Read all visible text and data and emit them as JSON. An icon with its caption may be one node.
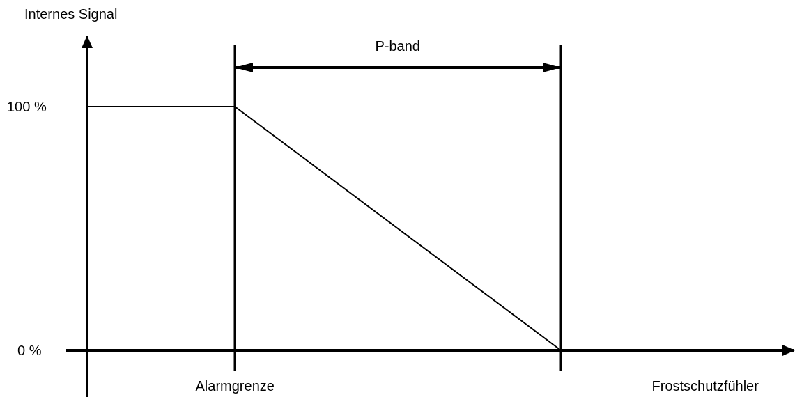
{
  "diagram": {
    "labels": [
      "Internes Signal",
      "P-band",
      "100 %",
      "0 %",
      "Alarmgrenze",
      "Frostschutzfühler"
    ]
  }
}
